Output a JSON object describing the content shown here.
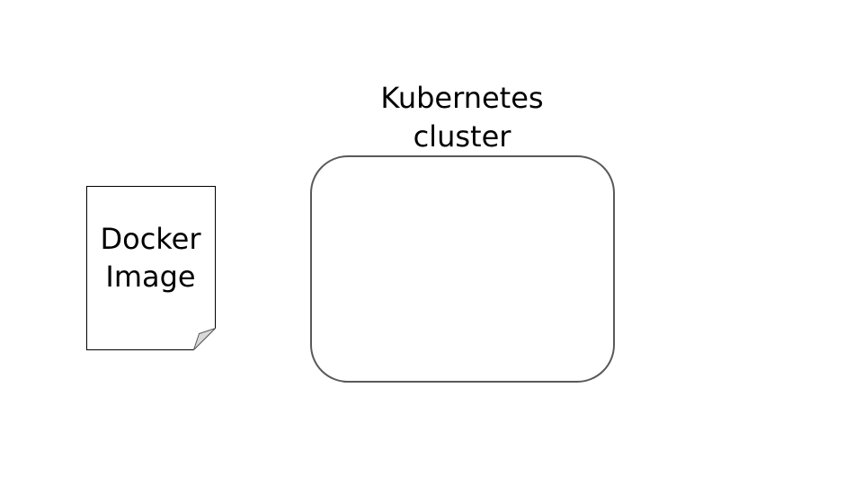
{
  "docker_image": {
    "line1": "Docker",
    "line2": "Image"
  },
  "cluster": {
    "line1": "Kubernetes",
    "line2": "cluster"
  },
  "colors": {
    "outline": "#595959",
    "fold_fill": "#d9d9d9",
    "background": "#ffffff"
  }
}
